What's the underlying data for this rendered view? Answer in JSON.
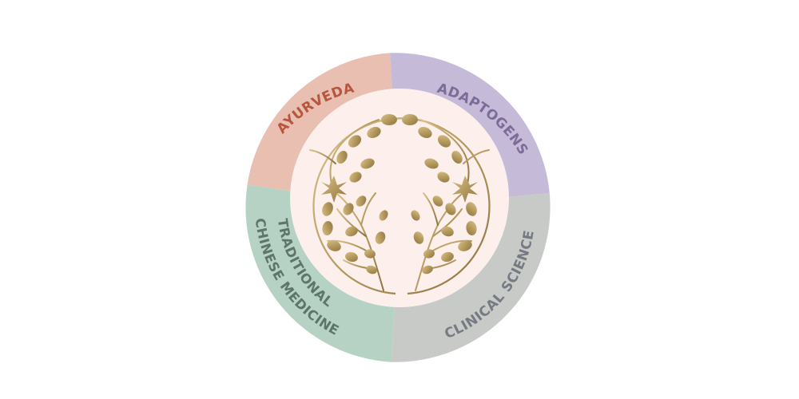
{
  "diagram": {
    "segments": [
      {
        "id": "ayurveda",
        "lines": [
          "AYURVEDA"
        ],
        "fill": "#e8bfb1",
        "text_color": "#b8553e"
      },
      {
        "id": "adaptogens",
        "lines": [
          "ADAPTOGENS"
        ],
        "fill": "#c5bbd9",
        "text_color": "#7d6b98"
      },
      {
        "id": "clinical-science",
        "lines": [
          "CLINICAL SCIENCE"
        ],
        "fill": "#c8cac7",
        "text_color": "#767a82"
      },
      {
        "id": "tcm",
        "lines": [
          "TRADITIONAL",
          "CHINESE MEDICINE"
        ],
        "fill": "#b6d2c5",
        "text_color": "#5e7568"
      }
    ],
    "center": {
      "fill": "#fcefec",
      "emblem": "botanical-tree-emblem",
      "emblem_color": "#b59a5e"
    }
  }
}
